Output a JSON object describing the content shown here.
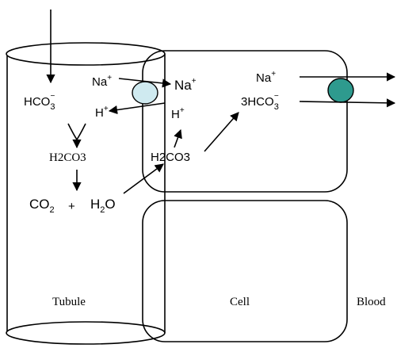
{
  "labels": {
    "na_plus_left": "Na",
    "na_plus_left_sup": "+",
    "na_plus_right": "Na",
    "na_plus_right_sup": "+",
    "hco3_base": "HCO",
    "hco3_sub": "3",
    "hco3_sup": "−",
    "h_plus_left": "H",
    "h_plus_left_sup": "+",
    "h_plus_right": "H",
    "h_plus_right_sup": "+",
    "h2co3_tubule": "H2CO3",
    "h2co3_cell": "H2CO3",
    "co2_base": "CO",
    "co2_sub": "2",
    "plus": "+",
    "h2o_base": "H",
    "h2o_sub": "2",
    "h2o_end": "O",
    "na_plus_blood": "Na",
    "na_plus_blood_sup": "+",
    "three_hco3_base": "3HCO",
    "three_hco3_sub": "3",
    "three_hco3_sup": "−",
    "tubule": "Tubule",
    "cell": "Cell",
    "blood": "Blood"
  },
  "colors": {
    "exchanger_fill": "#cfeaf0",
    "cotransporter_fill": "#2e9a8e",
    "stroke": "#000000"
  }
}
